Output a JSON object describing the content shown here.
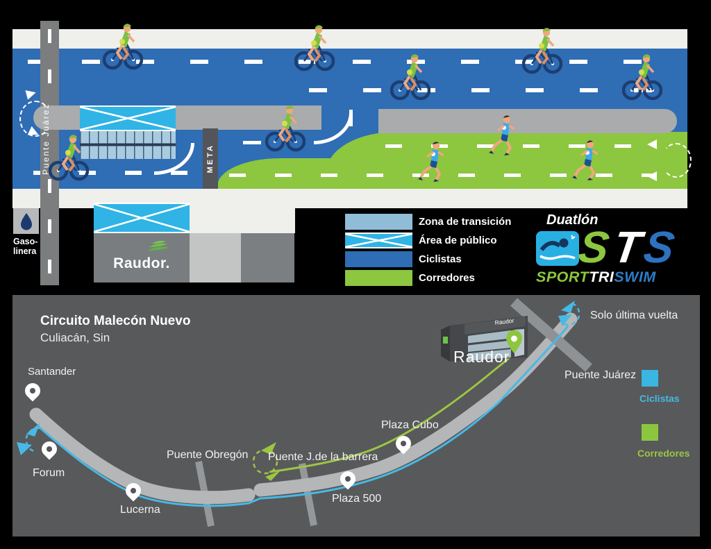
{
  "top": {
    "road_vertical_label": "Puente Juárez",
    "meta_sign": "META",
    "gasolinera": {
      "line1": "Gaso-",
      "line2": "linera"
    },
    "raudor_wordmark": "Raudor.",
    "legend": {
      "items": [
        {
          "label": "Zona de transición"
        },
        {
          "label": "Área de público"
        },
        {
          "label": "Ciclistas"
        },
        {
          "label": "Corredores"
        }
      ]
    },
    "sts_logo": {
      "event_type": "Duatlón",
      "letter_s1": "S",
      "letter_t": "T",
      "letter_s2": "S",
      "word_sport": "SPORT",
      "word_tri": "TRI",
      "word_swim": "SWIM"
    }
  },
  "map": {
    "title": "Circuito Malecón Nuevo",
    "subtitle": "Culiacán, Sin",
    "labels": {
      "santander": "Santander",
      "forum": "Forum",
      "lucerna": "Lucerna",
      "puente_obregon": "Puente Obregón",
      "puente_barrera": "Puente J.de la barrera",
      "plaza_500": "Plaza 500",
      "plaza_cubo": "Plaza Cubo",
      "puente_juarez": "Puente Juárez",
      "solo_ultima_vuelta": "Solo última vuelta",
      "store": "Raudor",
      "store_sign": "Raudor"
    },
    "legend": {
      "ciclistas": "Ciclistas",
      "corredores": "Corredores"
    }
  },
  "colors": {
    "cyclists_blue": "#2f6db5",
    "runners_green": "#8dc63f",
    "public_cyan": "#2fb4e5",
    "transition_zone": "#90bcd8",
    "map_route_cyan": "#47b9e6",
    "map_route_green": "#9dc544"
  },
  "icons": [
    "cyclist-icon",
    "runner-icon",
    "fuel-drop-icon",
    "leaf-icon",
    "swimmer-icon",
    "map-pin-icon",
    "u-turn-icon",
    "raudor-store-icon",
    "meta-sign",
    "crosshatch-public-area"
  ]
}
